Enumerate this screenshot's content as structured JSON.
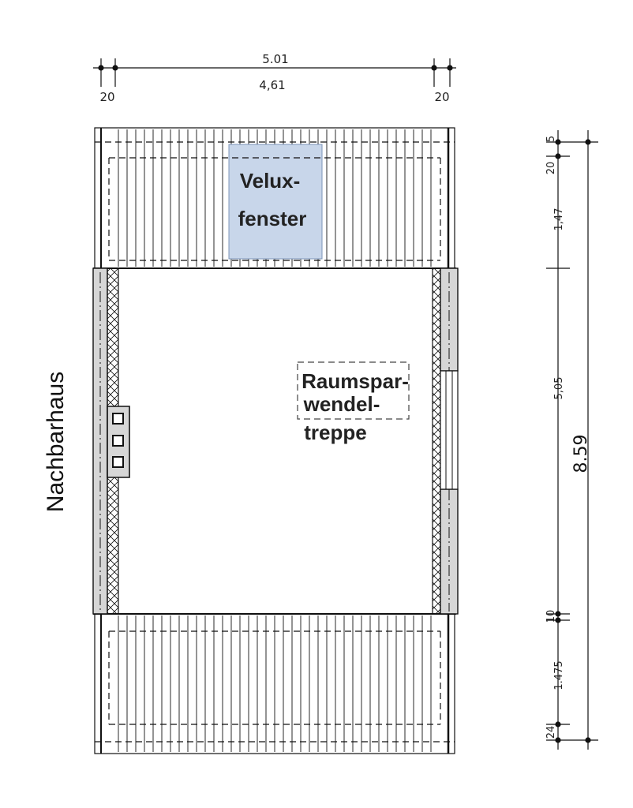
{
  "top_dimension": {
    "total": "5.01",
    "inner": "4,61",
    "left_wall": "20",
    "right_wall": "20"
  },
  "right_dimension": {
    "segments": [
      "5",
      "20",
      "1,47",
      "5,05",
      "10",
      "1.475",
      "24"
    ],
    "total": "8.59"
  },
  "labels": {
    "neighbor_house": "Nachbarhaus",
    "skylight_line1": "Velux-",
    "skylight_line2": "fenster",
    "stair_line1": "Raumspar-",
    "stair_line2": "wendel-",
    "stair_line3": "treppe"
  },
  "colors": {
    "skylight_fill": "#c8d6ea",
    "wall_fill": "#d6d6d6",
    "line": "#111111"
  }
}
